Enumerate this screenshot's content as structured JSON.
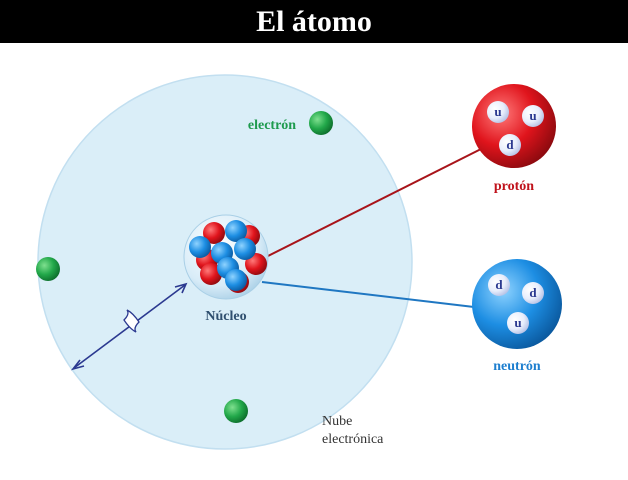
{
  "title": "El átomo",
  "labels": {
    "electron": "electrón",
    "nucleus": "Núcleo",
    "cloud_line1": "Nube",
    "cloud_line2": "electrónica",
    "proton": "protón",
    "neutron": "neutrón"
  },
  "proton_quarks": [
    "u",
    "u",
    "d"
  ],
  "neutron_quarks": [
    "d",
    "d",
    "u"
  ],
  "colors": {
    "title_bg": "#000000",
    "cloud": "#daeef8",
    "electron": "#22a84a",
    "proton": "#d6121a",
    "neutron": "#1f8fe0",
    "proton_line": "#a8141a",
    "neutron_line": "#1f77c2",
    "electron_label": "#1e9b4e",
    "proton_label": "#c0121b",
    "neutron_label": "#1e7fcf"
  }
}
